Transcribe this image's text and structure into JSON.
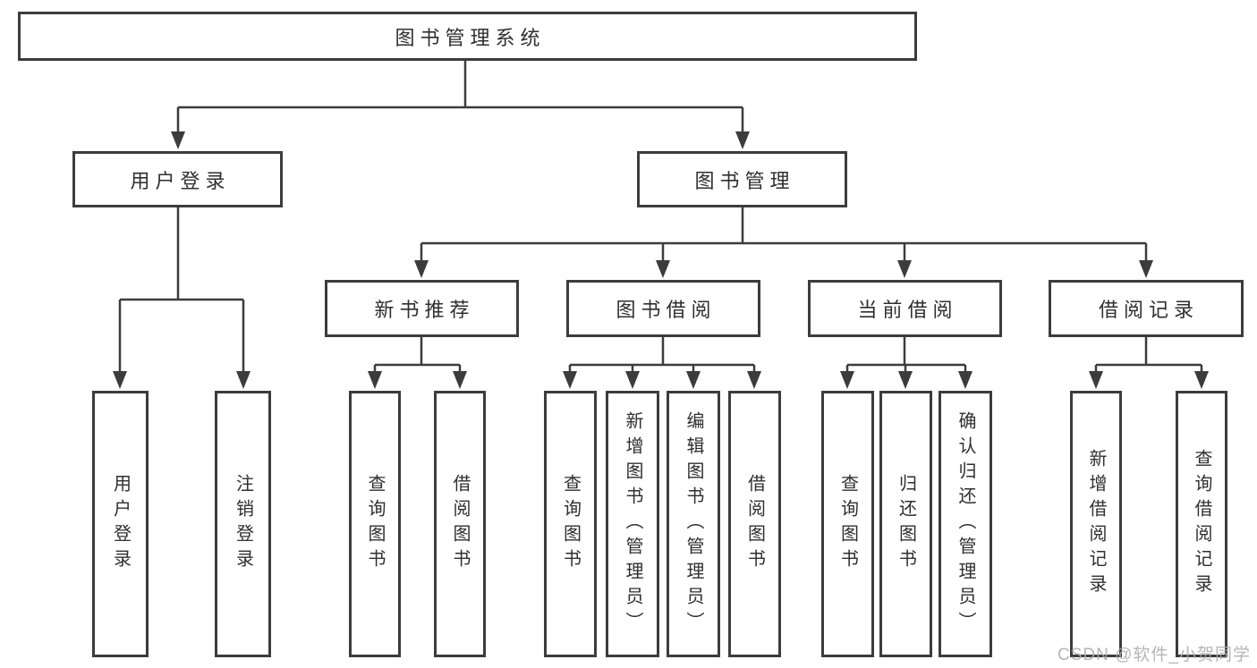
{
  "diagram": {
    "watermark": "CSDN @软件_小贺同学",
    "colors": {
      "line": "#3c3c3c",
      "border": "#3c3c3c",
      "text": "#2f2f2f",
      "background": "#ffffff",
      "watermark": "#aeaeae"
    },
    "root": {
      "label": "图书管理系统"
    },
    "branches": [
      {
        "label": "用户登录",
        "children": [
          {
            "label": "用户登录"
          },
          {
            "label": "注销登录"
          }
        ]
      },
      {
        "label": "图书管理",
        "children": [
          {
            "label": "新书推荐",
            "children": [
              {
                "label": "查询图书"
              },
              {
                "label": "借阅图书"
              }
            ]
          },
          {
            "label": "图书借阅",
            "children": [
              {
                "label": "查询图书"
              },
              {
                "label": "新增图书（管理员）"
              },
              {
                "label": "编辑图书（管理员）"
              },
              {
                "label": "借阅图书"
              }
            ]
          },
          {
            "label": "当前借阅",
            "children": [
              {
                "label": "查询图书"
              },
              {
                "label": "归还图书"
              },
              {
                "label": "确认归还（管理员）"
              }
            ]
          },
          {
            "label": "借阅记录",
            "children": [
              {
                "label": "新增借阅记录"
              },
              {
                "label": "查询借阅记录"
              }
            ]
          }
        ]
      }
    ]
  }
}
